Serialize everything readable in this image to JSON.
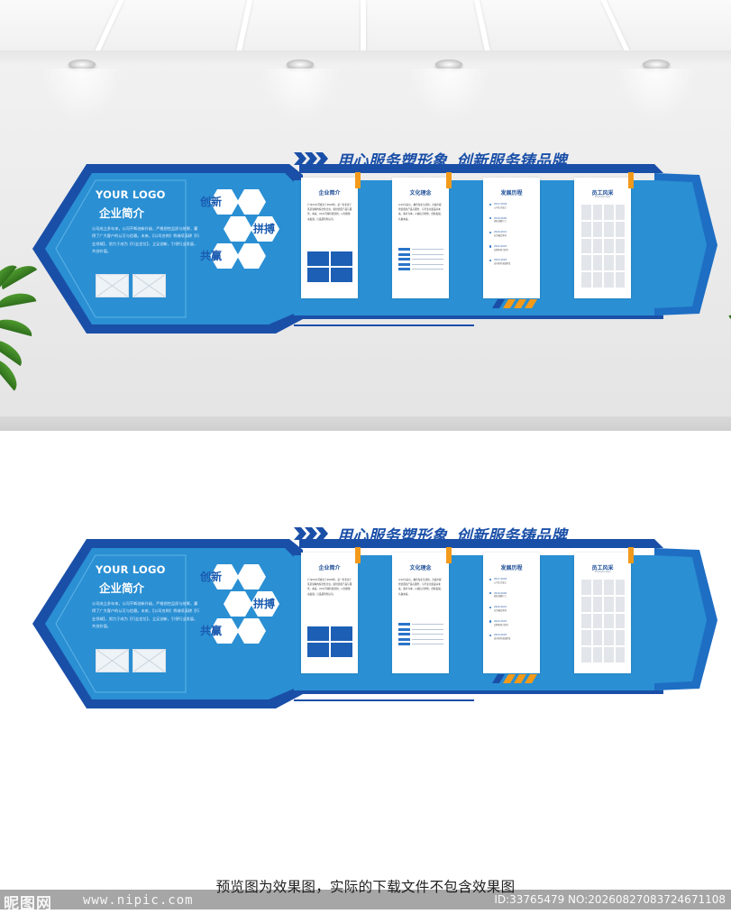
{
  "brand": {
    "primary": "#1a5bb0",
    "secondary": "#2a8fd3",
    "accent": "#f39a1b",
    "dark": "#13428c"
  },
  "wall": {
    "logo": "YOUR LOGO",
    "intro_title": "企业简介",
    "intro_body": "公司成立多年来，公司不断创新升级，严格把控品质与效果，赢得了广大客户的认可与信赖。未来，【公司名称】将继续深耕【行业领域】，努力于成为【行业定位】，立足创新，引领行业发展，共创价值。",
    "hex_words": [
      "创新",
      "拼搏",
      "共赢"
    ],
    "headline_left": "用心服务塑形象",
    "headline_right": "创新服务铸品牌",
    "cards": [
      {
        "title": "企业简介",
        "body": "广州XX公司成立于2020年，是一家专注于某某领域的综合性企业，提供优质产品与服务。未来，XX公司将持续创新，以创新驱动发展，让品质得到认可。"
      },
      {
        "title": "文化理念",
        "body": "以XX为初心，秉持专业与创新，为客户提供优质的产品与服务，与行业共建美好未来。客户为本，以诚信为准则，创新发展，共赢未来。"
      },
      {
        "title": "发展历程",
        "timeline": [
          {
            "year": "2017-2018",
            "text": "公司正式成立"
          },
          {
            "year": "2019-2020",
            "text": "团队规模扩大"
          },
          {
            "year": "2020-2021",
            "text": "业务覆盖多地"
          },
          {
            "year": "2022-2023",
            "text": "品牌影响力提升"
          },
          {
            "year": "2024-2025",
            "text": "迈向新的发展阶段"
          }
        ]
      },
      {
        "title": "员工风采",
        "subtitle": "Employee Style"
      }
    ]
  },
  "caption": "预览图为效果图，实际的下载文件不包含效果图",
  "watermark": {
    "site": "昵图网",
    "url": "www.nipic.com",
    "id": "ID:33765479 NO:20260827083724671108"
  }
}
